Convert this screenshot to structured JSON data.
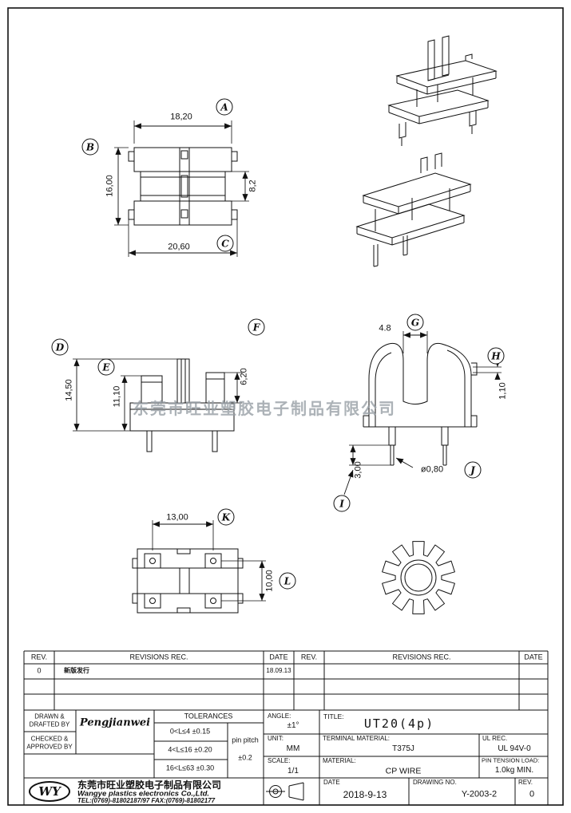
{
  "watermark": "东莞市旺业塑胶电子制品有限公司",
  "balloons": {
    "a": "A",
    "b": "B",
    "c": "C",
    "d": "D",
    "e": "E",
    "f": "F",
    "g": "G",
    "h": "H",
    "i": "I",
    "j": "J",
    "k": "K",
    "l": "L"
  },
  "dimensions": {
    "top_width": "18,20",
    "top_height": "16,00",
    "top_window": "8,2",
    "top_outer": "20,60",
    "front_total_height": "14,50",
    "front_post_height": "11,10",
    "front_right_height": "6,20",
    "side_slot": "4.8",
    "side_step": "1,10",
    "side_pin_length": "3,00",
    "side_pin_dia": "ø0,80",
    "bottom_pitch_x": "13,00",
    "bottom_pitch_y": "10,00"
  },
  "revision_table": {
    "headers_left": {
      "rev": "REV.",
      "revisions": "REVISIONS  REC.",
      "date": "DATE"
    },
    "headers_right": {
      "rev": "REV.",
      "revisions": "REVISIONS  REC.",
      "date": "DATE"
    },
    "rows": [
      {
        "rev": "0",
        "desc": "新版发行",
        "date": "18.09.13"
      }
    ]
  },
  "title_block": {
    "drawn_label": "DRAWN &\nDRAFTED BY",
    "checked_label": "CHECKED &\nAPPROVED BY",
    "signature": "Pengjianwei",
    "tolerances_title": "TOLERANCES",
    "tol_rows": [
      "0<L≤4   ±0.15",
      "4<L≤16  ±0.20",
      "16<L≤63 ±0.30"
    ],
    "pin_pitch_label": "pin pitch",
    "pin_pitch_value": "±0.2",
    "angle_label": "ANGLE:",
    "angle_value": "±1°",
    "unit_label": "UNIT:",
    "unit_value": "MM",
    "scale_label": "SCALE:",
    "scale_value": "1/1",
    "title_label": "TITLE:",
    "title_value": "UT20(4p)",
    "terminal_label": "TERMINAL  MATERIAL:",
    "terminal_value": "T375J",
    "ul_label": "UL REC.",
    "ul_value": "UL 94V-0",
    "material_label": "MATERIAL:",
    "material_value": "CP WIRE",
    "pin_tension_label": "PIN TENSION LOAD:",
    "pin_tension_value": "1.0kg MIN.",
    "date_label": "DATE",
    "date_value": "2018-9-13",
    "drawing_no_label": "DRAWING NO.",
    "drawing_no_value": "Y-2003-2",
    "rev_label": "REV.",
    "rev_value": "0"
  },
  "company": {
    "logo": "WY",
    "name_cn": "东莞市旺业塑胶电子制品有限公司",
    "name_en": "Wangye plastics electronics Co.,Ltd.",
    "tel": "TEL:(0769)-81802187/97   FAX:(0769)-81802177"
  }
}
